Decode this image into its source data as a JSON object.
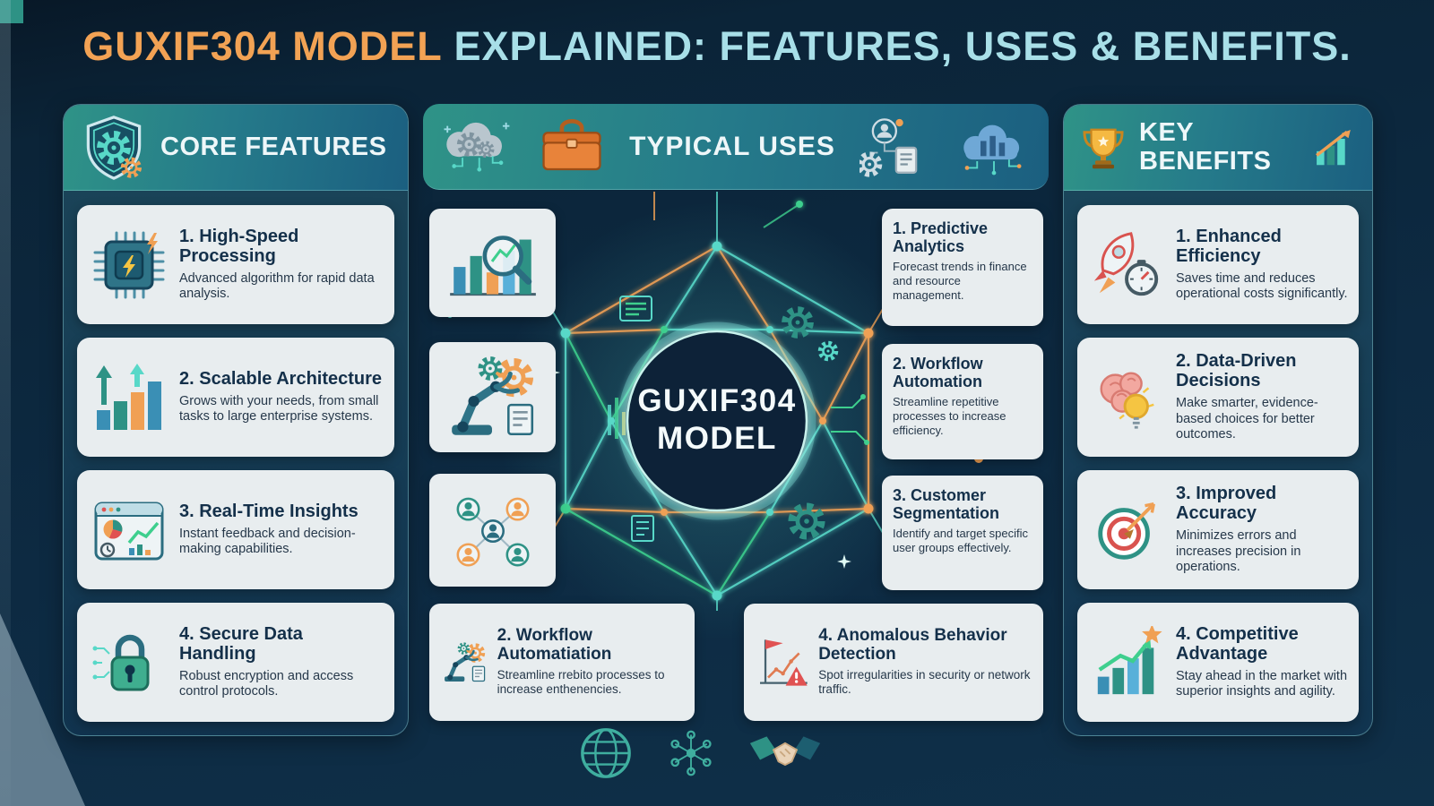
{
  "title": {
    "brand": "GUXIF304 MODEL",
    "rest": " EXPLAINED: FEATURES, USES & BENEFITS."
  },
  "colors": {
    "background_navy": "#0c2438",
    "accent_orange": "#f2a254",
    "accent_cyan": "#a8dfe8",
    "header_teal_start": "#2f9387",
    "header_teal_end": "#1b5f80",
    "card_background": "#e8edef",
    "glow_teal": "#58d8c8",
    "glow_green": "#3ecf8e",
    "node_orange": "#f0a054"
  },
  "core_features": {
    "header": "CORE FEATURES",
    "header_icon": "shield-gear-icon",
    "items": [
      {
        "title": "1. High-Speed Processing",
        "desc": "Advanced algorithm for rapid data analysis.",
        "icon": "chip-icon"
      },
      {
        "title": "2. Scalable Architecture",
        "desc": "Grows with your needs, from small tasks to large enterprise systems.",
        "icon": "growth-arrows-icon"
      },
      {
        "title": "3. Real-Time Insights",
        "desc": "Instant feedback and decision-making capabilities.",
        "icon": "dashboard-icon"
      },
      {
        "title": "4. Secure Data Handling",
        "desc": "Robust encryption and access control protocols.",
        "icon": "padlock-icon"
      }
    ]
  },
  "typical_uses": {
    "header": "TYPICAL USES",
    "header_icons": [
      "cloud-gears-icon",
      "toolbox-icon",
      "person-doc-gear-icon",
      "cloud-bars-icon"
    ],
    "center": {
      "line1": "GUXIF304",
      "line2": "MODEL"
    },
    "icon_cards": [
      {
        "icon": "chart-magnifier-icon"
      },
      {
        "icon": "robot-arm-icon"
      },
      {
        "icon": "user-network-icon"
      }
    ],
    "right_cards": [
      {
        "title": "1. Predictive Analytics",
        "desc": "Forecast trends in finance and resource management."
      },
      {
        "title": "2. Workflow Automation",
        "desc": "Streamline repetitive processes to increase efficiency."
      },
      {
        "title": "3. Customer Segmentation",
        "desc": "Identify and target specific user groups effectively."
      }
    ],
    "bottom_cards": [
      {
        "title": "2. Workflow Automatiation",
        "desc": "Streamline rrebito processes to increase enthenencies.",
        "icon": "robot-arm-icon"
      },
      {
        "title": "4. Anomalous Behavior Detection",
        "desc": "Spot irregularities in security or network traffic.",
        "icon": "anomaly-flag-chart-icon"
      }
    ]
  },
  "key_benefits": {
    "header": "KEY BENEFITS",
    "header_icons": [
      "trophy-icon",
      "arrow-chart-icon"
    ],
    "items": [
      {
        "title": "1. Enhanced Efficiency",
        "desc": "Saves time and reduces operational costs significantly.",
        "icon": "rocket-stopwatch-icon"
      },
      {
        "title": "2. Data-Driven Decisions",
        "desc": "Make smarter, evidence-based choices for better outcomes.",
        "icon": "brain-bulb-icon"
      },
      {
        "title": "3. Improved Accuracy",
        "desc": "Minimizes errors and increases precision in operations.",
        "icon": "target-arrow-icon"
      },
      {
        "title": "4. Competitive Advantage",
        "desc": "Stay ahead in the market with superior insights and agility.",
        "icon": "growth-star-icon"
      }
    ]
  },
  "footer_icons": [
    "globe-icon",
    "network-hub-icon",
    "handshake-icon"
  ]
}
